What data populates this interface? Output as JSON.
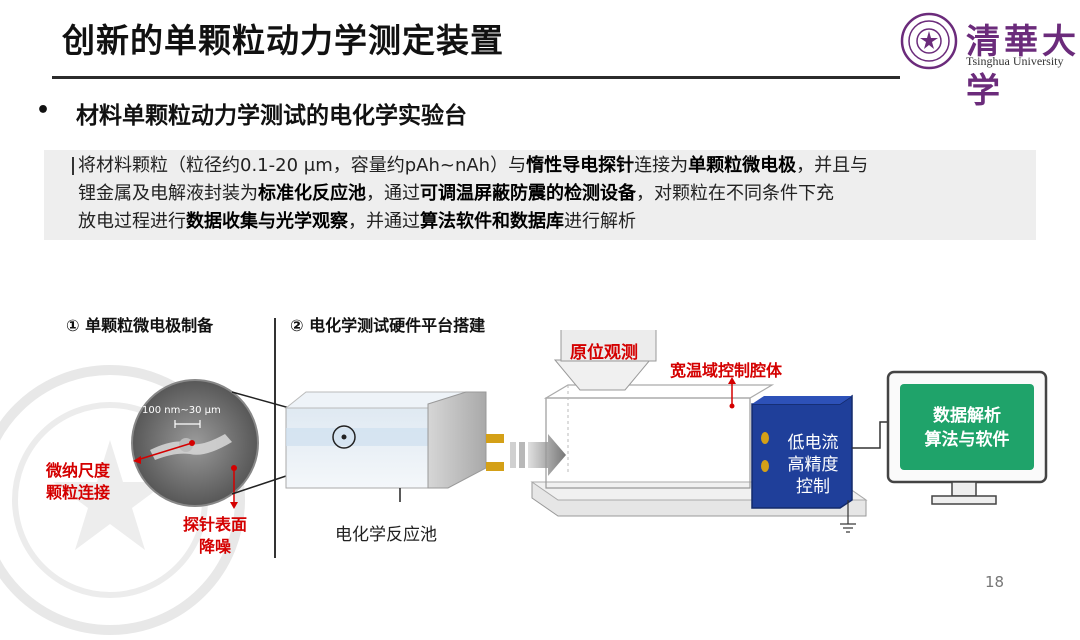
{
  "title": "创新的单颗粒动力学测定装置",
  "logo": {
    "name_cn": "清華大学",
    "name_en": "Tsinghua University"
  },
  "bullet": "材料单颗粒动力学测试的电化学实验台",
  "description": {
    "line1_a": "将材料颗粒（粒径约0.1-20 μm，容量约pAh~nAh）与",
    "line1_b": "惰性导电探针",
    "line1_c": "连接为",
    "line1_d": "单颗粒微电极",
    "line1_e": "，并且与",
    "line2_a": "锂金属及电解液封装为",
    "line2_b": "标准化反应池",
    "line2_c": "，通过",
    "line2_d": "可调温屏蔽防震的检测设备",
    "line2_e": "，对颗粒在不同条件下充",
    "line3_a": "放电过程进行",
    "line3_b": "数据收集与光学观察",
    "line3_c": "，并通过",
    "line3_d": "算法软件和数据库",
    "line3_e": "进行解析"
  },
  "steps": {
    "step1": "① 单颗粒微电极制备",
    "step2": "② 电化学测试硬件平台搭建"
  },
  "diagram": {
    "scale_label": "100 nm~30 μm",
    "label_connect_1": "微纳尺度",
    "label_connect_2": "颗粒连接",
    "label_probe_1": "探针表面",
    "label_probe_2": "降噪",
    "cell_label": "电化学反应池",
    "insitu_label": "原位观测",
    "chamber_label": "宽温域控制腔体",
    "ctrl_line1": "低电流",
    "ctrl_line2": "高精度",
    "ctrl_line3": "控制",
    "monitor_line1": "数据解析",
    "monitor_line2": "算法与软件"
  },
  "colors": {
    "accent_red": "#d40000",
    "controller_blue": "#1f3f9a",
    "monitor_green": "#1fa36a",
    "logo_purple": "#6b2b7b"
  },
  "page_number": "18"
}
